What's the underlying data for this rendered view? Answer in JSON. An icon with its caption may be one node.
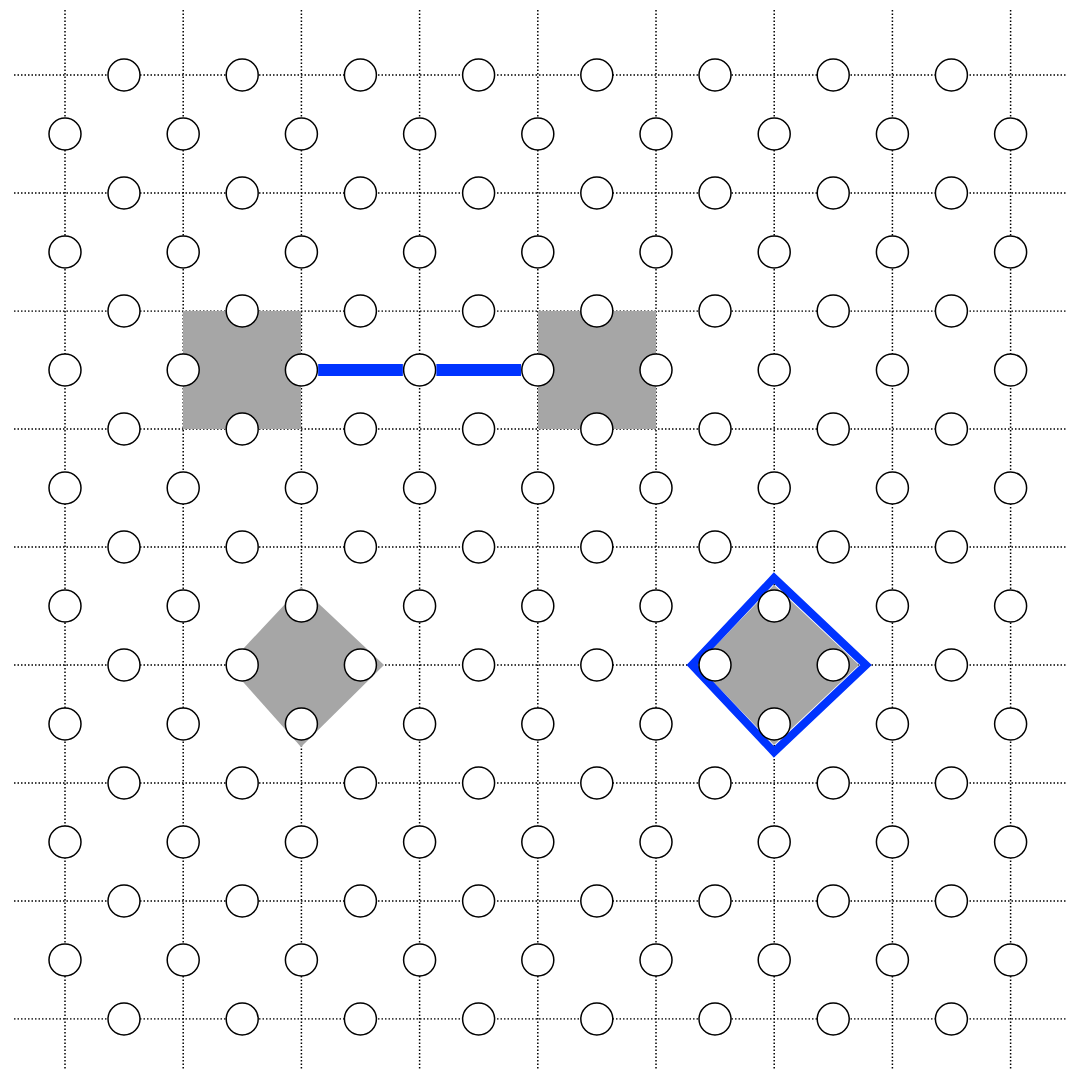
{
  "diagram": {
    "nodes": [
      {
        "text": [],
        "shape": "circle"
      },
      {
        "text": [],
        "shape": "circle"
      },
      {
        "text": [],
        "shape": "circle"
      },
      {
        "text": [],
        "shape": "circle"
      },
      {
        "text": [],
        "shape": "circle"
      },
      {
        "text": [],
        "shape": "circle"
      },
      {
        "text": [],
        "shape": "circle"
      },
      {
        "text": [],
        "shape": "circle"
      },
      {
        "text": [],
        "shape": "circle"
      },
      {
        "text": [],
        "shape": "circle"
      },
      {
        "text": [],
        "shape": "circle"
      },
      {
        "text": [],
        "shape": "circle"
      },
      {
        "text": [],
        "shape": "circle"
      },
      {
        "text": [],
        "shape": "circle"
      },
      {
        "text": [],
        "shape": "circle"
      },
      {
        "text": [],
        "shape": "circle"
      },
      {
        "text": [],
        "shape": "circle"
      },
      {
        "text": [],
        "shape": "circle"
      },
      {
        "text": [],
        "shape": "circle"
      },
      {
        "text": [],
        "shape": "circle"
      },
      {
        "text": [],
        "shape": "circle"
      },
      {
        "text": [],
        "shape": "circle"
      },
      {
        "text": [],
        "shape": "circle"
      },
      {
        "text": [],
        "shape": "circle"
      },
      {
        "text": [],
        "shape": "circle"
      },
      {
        "text": [],
        "shape": "circle"
      },
      {
        "text": [],
        "shape": "circle"
      },
      {
        "text": [],
        "shape": "circle"
      },
      {
        "text": [],
        "shape": "circle"
      },
      {
        "text": [],
        "shape": "circle"
      },
      {
        "text": [],
        "shape": "circle"
      },
      {
        "text": [],
        "shape": "circle"
      },
      {
        "text": [],
        "shape": "circle"
      },
      {
        "text": [],
        "shape": "circle"
      },
      {
        "text": [],
        "shape": "circle"
      },
      {
        "text": [],
        "shape": "circle"
      },
      {
        "text": [],
        "shape": "circle"
      },
      {
        "text": [],
        "shape": "circle"
      },
      {
        "text": [],
        "shape": "circle"
      },
      {
        "text": [],
        "shape": "circle"
      },
      {
        "text": [],
        "shape": "circle"
      },
      {
        "text": [],
        "shape": "circle"
      },
      {
        "text": [],
        "shape": "circle"
      },
      {
        "text": [],
        "shape": "circle"
      },
      {
        "text": [],
        "shape": "circle"
      },
      {
        "text": [],
        "shape": "circle"
      },
      {
        "text": [],
        "shape": "circle"
      },
      {
        "text": [],
        "shape": "circle"
      },
      {
        "text": [],
        "shape": "circle"
      },
      {
        "text": [],
        "shape": "circle"
      },
      {
        "text": [],
        "shape": "circle"
      },
      {
        "text": [],
        "shape": "circle"
      },
      {
        "text": [],
        "shape": "circle"
      },
      {
        "text": [],
        "shape": "circle"
      },
      {
        "text": [],
        "shape": "circle"
      },
      {
        "text": [],
        "shape": "circle"
      },
      {
        "text": [],
        "shape": "circle"
      },
      {
        "text": [],
        "shape": "circle"
      },
      {
        "text": [],
        "shape": "circle"
      },
      {
        "text": [],
        "shape": "circle"
      },
      {
        "text": [],
        "shape": "circle"
      },
      {
        "text": [],
        "shape": "circle"
      },
      {
        "text": [],
        "shape": "circle"
      },
      {
        "text": [],
        "shape": "circle"
      },
      {
        "text": [],
        "shape": "circle"
      },
      {
        "text": [],
        "shape": "circle"
      },
      {
        "text": [],
        "shape": "circle"
      },
      {
        "text": [],
        "shape": "circle"
      },
      {
        "text": [],
        "shape": "circle"
      },
      {
        "text": [],
        "shape": "circle"
      },
      {
        "text": [],
        "shape": "circle"
      },
      {
        "text": [],
        "shape": "circle"
      },
      {
        "text": [],
        "shape": "circle"
      },
      {
        "text": [],
        "shape": "circle"
      },
      {
        "text": [],
        "shape": "circle"
      },
      {
        "text": [],
        "shape": "circle"
      },
      {
        "text": [],
        "shape": "circle"
      },
      {
        "text": [],
        "shape": "circle"
      },
      {
        "text": [],
        "shape": "circle"
      },
      {
        "text": [],
        "shape": "circle"
      },
      {
        "text": [],
        "shape": "circle"
      },
      {
        "text": [],
        "shape": "circle"
      },
      {
        "text": [],
        "shape": "circle"
      },
      {
        "text": [],
        "shape": "circle"
      },
      {
        "text": [],
        "shape": "circle"
      },
      {
        "text": [],
        "shape": "circle"
      },
      {
        "text": [],
        "shape": "circle"
      },
      {
        "text": [],
        "shape": "circle"
      },
      {
        "text": [],
        "shape": "circle"
      },
      {
        "text": [],
        "shape": "circle"
      },
      {
        "text": [],
        "shape": "circle"
      },
      {
        "text": [],
        "shape": "circle"
      },
      {
        "text": [],
        "shape": "circle"
      },
      {
        "text": [],
        "shape": "circle"
      },
      {
        "text": [],
        "shape": "circle"
      },
      {
        "text": [],
        "shape": "circle"
      },
      {
        "text": [],
        "shape": "circle"
      },
      {
        "text": [],
        "shape": "circle"
      },
      {
        "text": [],
        "shape": "circle"
      },
      {
        "text": [],
        "shape": "circle"
      },
      {
        "text": [],
        "shape": "circle"
      },
      {
        "text": [],
        "shape": "circle"
      },
      {
        "text": [],
        "shape": "circle"
      },
      {
        "text": [],
        "shape": "circle"
      },
      {
        "text": [],
        "shape": "circle"
      },
      {
        "text": [],
        "shape": "circle"
      },
      {
        "text": [],
        "shape": "circle"
      },
      {
        "text": [],
        "shape": "circle"
      },
      {
        "text": [],
        "shape": "circle"
      },
      {
        "text": [],
        "shape": "circle"
      },
      {
        "text": [],
        "shape": "circle"
      },
      {
        "text": [],
        "shape": "circle"
      },
      {
        "text": [],
        "shape": "circle"
      },
      {
        "text": [],
        "shape": "circle"
      },
      {
        "text": [],
        "shape": "circle"
      },
      {
        "text": [],
        "shape": "circle"
      },
      {
        "text": [],
        "shape": "circle"
      },
      {
        "text": [],
        "shape": "circle"
      },
      {
        "text": [],
        "shape": "circle"
      },
      {
        "text": [],
        "shape": "circle"
      },
      {
        "text": [],
        "shape": "circle"
      },
      {
        "text": [],
        "shape": "circle"
      },
      {
        "text": [],
        "shape": "circle"
      },
      {
        "text": [],
        "shape": "circle"
      },
      {
        "text": [],
        "shape": "circle"
      },
      {
        "text": [],
        "shape": "circle"
      },
      {
        "text": [],
        "shape": "circle"
      },
      {
        "text": [],
        "shape": "circle"
      },
      {
        "text": [],
        "shape": "circle"
      },
      {
        "text": [],
        "shape": "circle"
      },
      {
        "text": [],
        "shape": "circle"
      },
      {
        "text": [],
        "shape": "circle"
      },
      {
        "text": [],
        "shape": "circle"
      },
      {
        "text": [],
        "shape": "circle"
      },
      {
        "text": [],
        "shape": "circle"
      },
      {
        "text": [],
        "shape": "circle"
      },
      {
        "text": [],
        "shape": "circle"
      },
      {
        "text": [],
        "shape": "circle"
      },
      {
        "text": [],
        "shape": "circle"
      },
      {
        "text": [],
        "shape": "circle"
      },
      {
        "text": [],
        "shape": "circle"
      },
      {
        "text": [],
        "shape": "circle"
      },
      {
        "text": [],
        "shape": "circle"
      },
      {
        "text": [],
        "shape": "circle"
      }
    ],
    "edges": [
      {
        "from": 44,
        "to": 45,
        "arrow": "none",
        "color": "#0033ff"
      },
      {
        "from": 45,
        "to": 46,
        "arrow": "none",
        "color": "#0033ff"
      }
    ]
  }
}
